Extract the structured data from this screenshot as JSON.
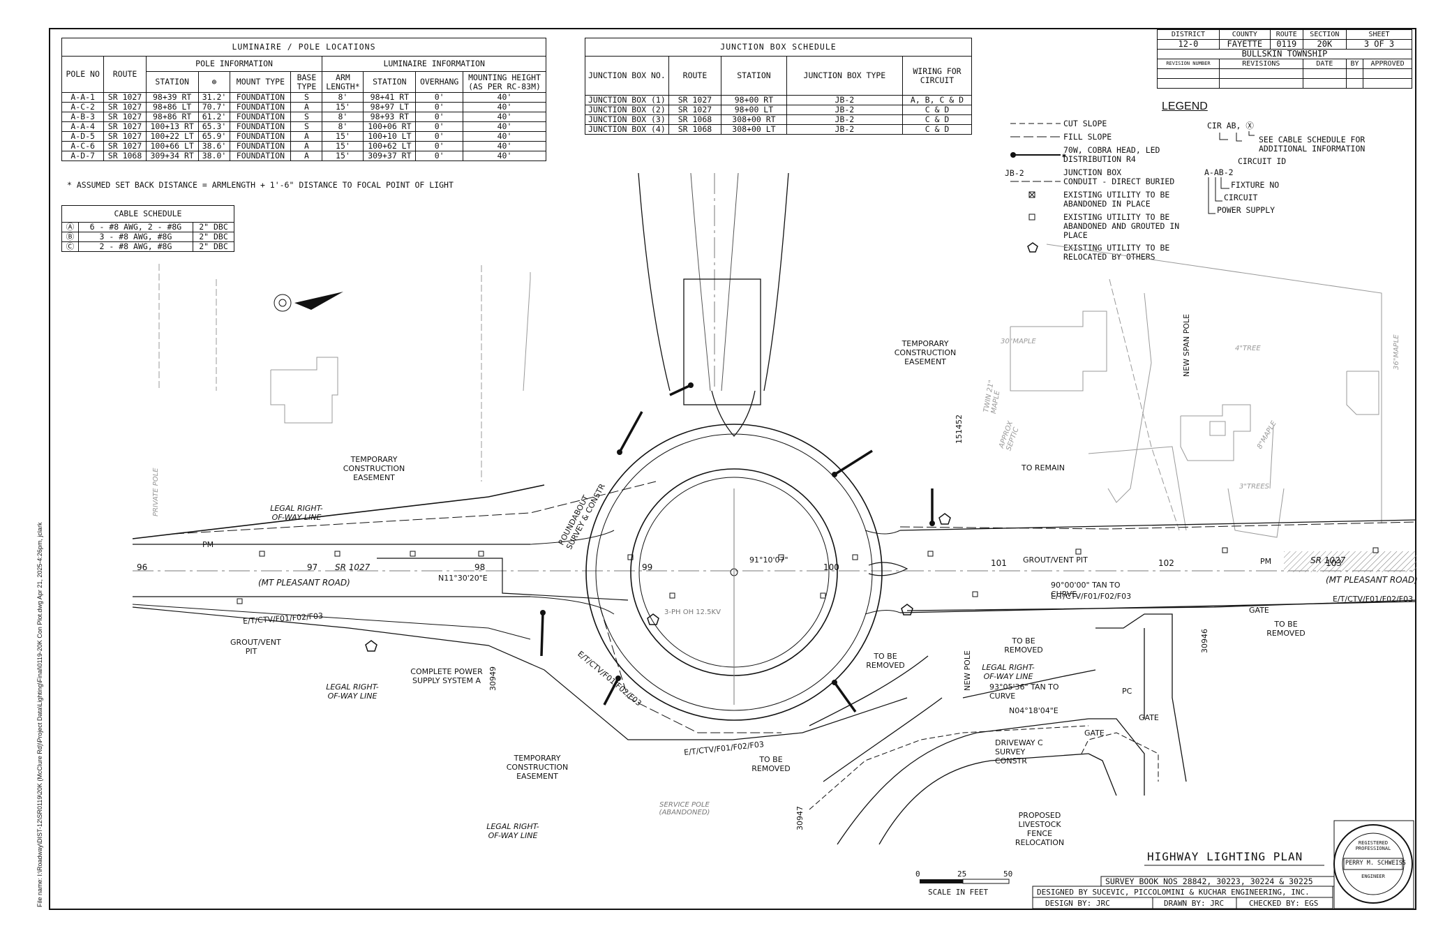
{
  "luminaire": {
    "title": "LUMINAIRE / POLE LOCATIONS",
    "group_pole": "POLE INFORMATION",
    "group_lum": "LUMINAIRE INFORMATION",
    "headers": [
      "POLE NO",
      "ROUTE",
      "STATION",
      "⊕",
      "MOUNT TYPE",
      "BASE TYPE",
      "ARM LENGTH*",
      "STATION",
      "OVERHANG",
      "MOUNTING HEIGHT (AS PER RC-83M)"
    ],
    "rows": [
      [
        "A-A-1",
        "SR 1027",
        "98+39 RT",
        "31.2'",
        "FOUNDATION",
        "S",
        "8'",
        "98+41 RT",
        "0'",
        "40'"
      ],
      [
        "A-C-2",
        "SR 1027",
        "98+86 LT",
        "70.7'",
        "FOUNDATION",
        "A",
        "15'",
        "98+97 LT",
        "0'",
        "40'"
      ],
      [
        "A-B-3",
        "SR 1027",
        "98+86 RT",
        "61.2'",
        "FOUNDATION",
        "S",
        "8'",
        "98+93 RT",
        "0'",
        "40'"
      ],
      [
        "A-A-4",
        "SR 1027",
        "100+13 RT",
        "65.3'",
        "FOUNDATION",
        "S",
        "8'",
        "100+06 RT",
        "0'",
        "40'"
      ],
      [
        "A-D-5",
        "SR 1027",
        "100+22 LT",
        "65.9'",
        "FOUNDATION",
        "A",
        "15'",
        "100+10 LT",
        "0'",
        "40'"
      ],
      [
        "A-C-6",
        "SR 1027",
        "100+66 LT",
        "38.6'",
        "FOUNDATION",
        "A",
        "15'",
        "100+62 LT",
        "0'",
        "40'"
      ],
      [
        "A-D-7",
        "SR 1068",
        "309+34 RT",
        "38.0'",
        "FOUNDATION",
        "A",
        "15'",
        "309+37 RT",
        "0'",
        "40'"
      ]
    ],
    "footnote": "* ASSUMED SET BACK DISTANCE = ARMLENGTH + 1'-6\" DISTANCE TO FOCAL POINT OF LIGHT"
  },
  "cable": {
    "title": "CABLE SCHEDULE",
    "rows": [
      [
        "Ⓐ",
        "6 - #8 AWG, 2 - #8G",
        "2\" DBC"
      ],
      [
        "Ⓑ",
        "3 - #8 AWG, #8G",
        "2\" DBC"
      ],
      [
        "Ⓒ",
        "2 - #8 AWG, #8G",
        "2\" DBC"
      ]
    ]
  },
  "junction": {
    "title": "JUNCTION BOX SCHEDULE",
    "headers": [
      "JUNCTION BOX NO.",
      "ROUTE",
      "STATION",
      "JUNCTION BOX TYPE",
      "WIRING FOR CIRCUIT"
    ],
    "rows": [
      [
        "JUNCTION BOX (1)",
        "SR 1027",
        "98+00 RT",
        "JB-2",
        "A, B, C & D"
      ],
      [
        "JUNCTION BOX (2)",
        "SR 1027",
        "98+00 LT",
        "JB-2",
        "C & D"
      ],
      [
        "JUNCTION BOX (3)",
        "SR 1068",
        "308+00 RT",
        "JB-2",
        "C & D"
      ],
      [
        "JUNCTION BOX (4)",
        "SR 1068",
        "308+00 LT",
        "JB-2",
        "C & D"
      ]
    ]
  },
  "titleblock": {
    "headers": [
      "DISTRICT",
      "COUNTY",
      "ROUTE",
      "SECTION",
      "SHEET"
    ],
    "values": [
      "12-0",
      "FAYETTE",
      "0119",
      "20K",
      "3 OF 3"
    ],
    "township": "BULLSKIN TOWNSHIP",
    "rev_headers": [
      "REVISION NUMBER",
      "REVISIONS",
      "DATE",
      "BY",
      "APPROVED"
    ]
  },
  "legend": {
    "title": "LEGEND",
    "items": [
      {
        "sym": "---C---",
        "text": "CUT SLOPE"
      },
      {
        "sym": "---F---",
        "text": "FILL SLOPE"
      },
      {
        "sym": "",
        "text": "70W, COBRA HEAD, LED DISTRIBUTION R4"
      },
      {
        "sym": "JB-2",
        "text": "JUNCTION BOX"
      },
      {
        "sym": "",
        "text": "CONDUIT - DIRECT BURIED"
      },
      {
        "sym": "",
        "text": "EXISTING UTILITY TO BE ABANDONED IN PLACE"
      },
      {
        "sym": "",
        "text": "EXISTING UTILITY TO BE ABANDONED AND GROUTED IN PLACE"
      },
      {
        "sym": "",
        "text": "EXISTING UTILITY TO BE RELOCATED BY OTHERS"
      }
    ],
    "key_top": "CIR  AB, Ⓧ",
    "key_cable": "SEE CABLE SCHEDULE FOR ADDITIONAL INFORMATION",
    "key_circuit_id": "CIRCUIT ID",
    "key_fixture_line": "A-AB-2",
    "key_fixture": "FIXTURE NO",
    "key_circuit": "CIRCUIT",
    "key_power": "POWER SUPPLY"
  },
  "plan_labels": {
    "temp_easement": "TEMPORARY CONSTRUCTION EASEMENT",
    "legal_row": "LEGAL RIGHT-OF-WAY LINE",
    "roundabout": "ROUNDABOUT SURVEY & CONSTR",
    "sr1027": "SR 1027",
    "mt_pleasant": "(MT PLEASANT ROAD)",
    "bearing1": "N11°30'20\"E",
    "angle": "91°10'07\"",
    "grout": "GROUT/VENT PIT",
    "complete_power": "COMPLETE POWER SUPPLY SYSTEM A",
    "to_remain": "TO REMAIN",
    "to_be_removed": "TO BE REMOVED",
    "new_span_pole": "NEW SPAN POLE",
    "new_pole": "NEW POLE",
    "tan_curve1": "90°00'00\" TAN TO CURVE",
    "tan_curve2": "93°05'36\" TAN TO CURVE",
    "bearing2": "N04°18'04\"E",
    "driveway": "DRIVEWAY C SURVEY CONSTR",
    "fence": "PROPOSED LIVESTOCK FENCE RELOCATION",
    "service_pole": "SERVICE POLE (ABANDONED)",
    "phase": "3-PH OH 12.5KV",
    "utility_code": "E/T/CTV/F01/F02/F03",
    "num_151452": "151452",
    "num_30949": "30949",
    "num_30946": "30946",
    "num_30947": "30947",
    "maple30": "30\"MAPLE",
    "maple36": "36\"MAPLE",
    "tree4": "4\"TREE",
    "trees3": "3\"TREES",
    "maple8": "8\"MAPLE",
    "septic": "APPROX SEPTIC",
    "twin21": "TWIN 21\" MAPLE",
    "private_pole": "PRIVATE POLE",
    "gate": "GATE",
    "pc": "PC",
    "pm": "PM",
    "stations": [
      "96",
      "97",
      "98",
      "99",
      "100",
      "101",
      "102",
      "103"
    ]
  },
  "scale": {
    "ticks": [
      "0",
      "25",
      "50"
    ],
    "label": "SCALE IN FEET"
  },
  "bottom": {
    "plan_title": "HIGHWAY LIGHTING PLAN",
    "survey": "SURVEY BOOK NOS 28842, 30223, 30224 & 30225",
    "designed": "DESIGNED BY SUCEVIC, PICCOLOMINI & KUCHAR ENGINEERING, INC.",
    "design_by": "DESIGN BY:  JRC",
    "drawn_by": "DRAWN BY:  JRC",
    "checked_by": "CHECKED BY:  EGS",
    "seal_name": "PERRY M. SCHWEISS",
    "seal_top": "REGISTERED PROFESSIONAL",
    "seal_bottom": "ENGINEER"
  },
  "filepath": "File name: I:\\Roadway\\DIST-12\\SR0119\\20K (McClure Rd)\\Project Data\\Lighting\\Final\\0119-20K Con Plot.dwg  Apr 21, 2025-4:26pm, jclark"
}
